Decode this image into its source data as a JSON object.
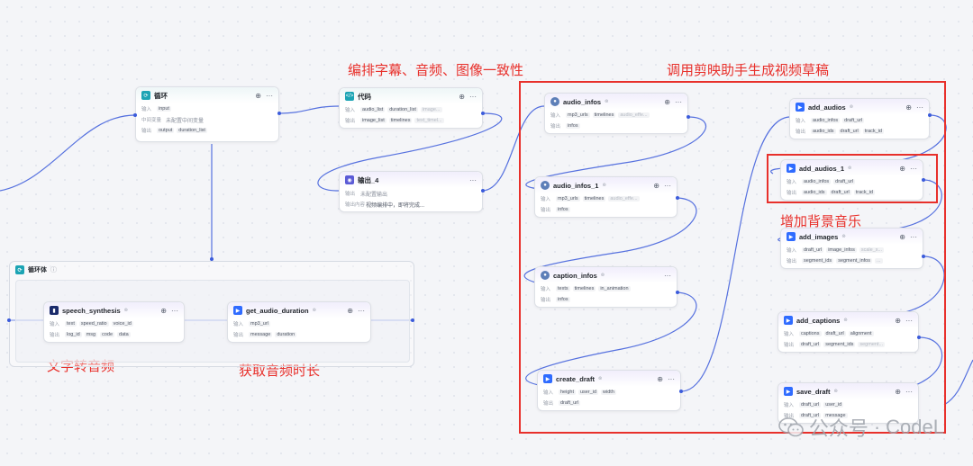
{
  "annotations": {
    "layout_note": "编排字幕、音频、图像一致性",
    "draft_note": "调用剪映助手生成视频草稿",
    "tts_note": "文字转音频",
    "duration_note": "获取音频时长",
    "bgm_note": "增加背景音乐"
  },
  "common": {
    "input": "输入",
    "output": "输出",
    "intermediate": "中间变量",
    "more": "···",
    "add": "⊕",
    "tag": "⊜"
  },
  "loop": {
    "title": "循环",
    "input": "input",
    "intermediate": "未配置中间变量",
    "out1": "output",
    "out2": "duration_list",
    "body_title": "循环体"
  },
  "code": {
    "title": "代码",
    "in": [
      "audio_list",
      "duration_list",
      "image..."
    ],
    "out": [
      "image_list",
      "timelines",
      "text_timel..."
    ]
  },
  "output4": {
    "title": "输出_4",
    "in_value": "未配置输出",
    "content_label": "输出内容",
    "content": "视频编排中，即将完成..."
  },
  "tts": {
    "title": "speech_synthesis",
    "in": [
      "text",
      "speed_ratio",
      "voice_id"
    ],
    "out": [
      "log_id",
      "msg",
      "code",
      "data"
    ]
  },
  "dur": {
    "title": "get_audio_duration",
    "in": [
      "mp3_url"
    ],
    "out": [
      "message",
      "duration"
    ]
  },
  "audio_infos": {
    "title": "audio_infos",
    "in": [
      "mp3_urls",
      "timelines",
      "audio_effe..."
    ],
    "out": [
      "infos"
    ]
  },
  "audio_infos_1": {
    "title": "audio_infos_1",
    "in": [
      "mp3_urls",
      "timelines",
      "audio_effe..."
    ],
    "out": [
      "infos"
    ]
  },
  "caption_infos": {
    "title": "caption_infos",
    "in": [
      "texts",
      "timelines",
      "in_animation"
    ],
    "out": [
      "infos"
    ]
  },
  "create_draft": {
    "title": "create_draft",
    "in": [
      "height",
      "user_id",
      "width"
    ],
    "out": [
      "draft_url"
    ]
  },
  "add_audios": {
    "title": "add_audios",
    "in": [
      "audio_infos",
      "draft_url"
    ],
    "out": [
      "audio_ids",
      "draft_url",
      "track_id"
    ]
  },
  "add_audios_1": {
    "title": "add_audios_1",
    "in": [
      "audio_infos",
      "draft_url"
    ],
    "out": [
      "audio_ids",
      "draft_url",
      "track_id"
    ]
  },
  "add_images": {
    "title": "add_images",
    "in": [
      "draft_url",
      "image_infos",
      "scale_x..."
    ],
    "out": [
      "segment_ids",
      "segment_infos",
      "..."
    ]
  },
  "add_captions": {
    "title": "add_captions",
    "in": [
      "captions",
      "draft_url",
      "alignment"
    ],
    "out": [
      "draft_url",
      "segment_ids",
      "segment..."
    ]
  },
  "save_draft": {
    "title": "save_draft",
    "in": [
      "draft_url",
      "user_id"
    ],
    "out": [
      "draft_url",
      "message"
    ]
  },
  "watermark": {
    "prefix": "公众号",
    "dot": "·",
    "name": "CodeL"
  },
  "colors": {
    "red": "#e8302b",
    "wire": "#3b5bdb",
    "teal": "#1ca4b4",
    "blue": "#2f6bff"
  }
}
